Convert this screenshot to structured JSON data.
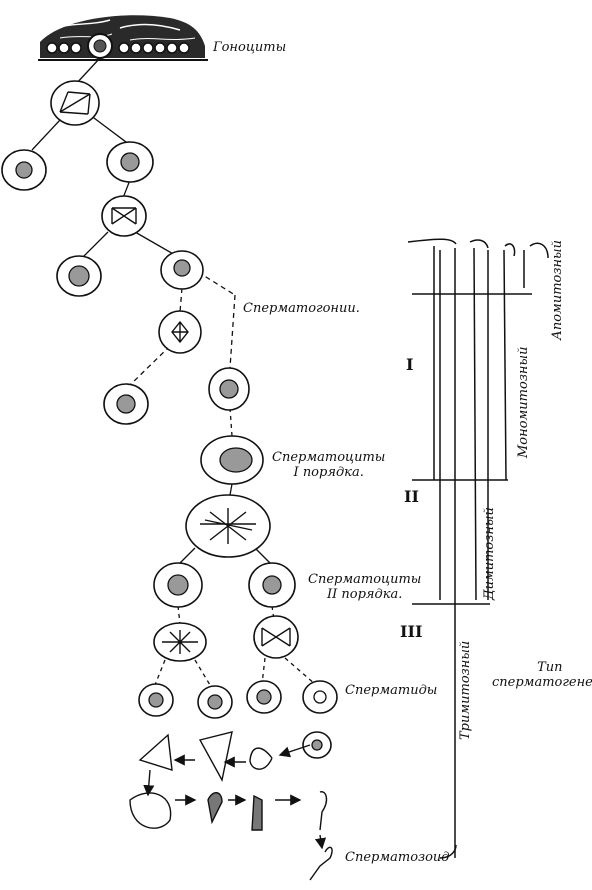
{
  "labels": {
    "gonocytes": "Гоноциты",
    "spermatogonia": "Сперматогонии.",
    "spermatocytes1_line1": "Сперматоциты",
    "spermatocytes1_line2": "I порядка.",
    "spermatocytes2_line1": "Сперматоциты",
    "spermatocytes2_line2": "II порядка.",
    "spermatids": "Сперматиды",
    "spermatozoon": "Сперматозоид",
    "type_line1": "Тип",
    "type_line2": "сперматогенеза"
  },
  "stages": [
    "I",
    "II",
    "III"
  ],
  "types": {
    "apomitotic": "Апомитозный",
    "monomitotic": "Мономитозный",
    "dimitotic": "Димитозный",
    "trimitotic": "Тримитозный"
  },
  "colors": {
    "ink": "#111111",
    "background": "#ffffff"
  }
}
